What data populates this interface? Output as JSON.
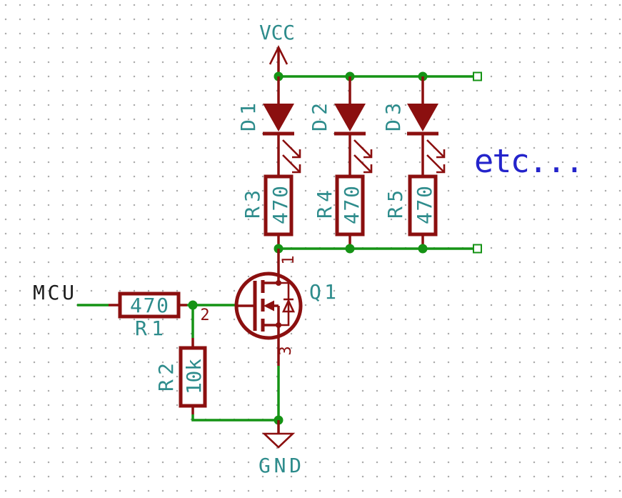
{
  "colors": {
    "wire": "#159315",
    "comp": "#8b0f0f",
    "label": "#2e8c8c",
    "note": "#2424cb",
    "text": "#1c1c1c",
    "grid_dot": "#ababab",
    "background": "#ffffff"
  },
  "power": {
    "vcc": "VCC",
    "gnd": "GND"
  },
  "net_labels": {
    "mcu": "MCU"
  },
  "notes": {
    "etc": "etc..."
  },
  "components": {
    "q1": {
      "ref": "Q1",
      "pins": {
        "drain": "1",
        "gate": "2",
        "source": "3"
      }
    },
    "d1": {
      "ref": "D1"
    },
    "d2": {
      "ref": "D2"
    },
    "d3": {
      "ref": "D3"
    },
    "r1": {
      "ref": "R1",
      "value": "470"
    },
    "r2": {
      "ref": "R2",
      "value": "10k"
    },
    "r3": {
      "ref": "R3",
      "value": "470"
    },
    "r4": {
      "ref": "R4",
      "value": "470"
    },
    "r5": {
      "ref": "R5",
      "value": "470"
    }
  }
}
